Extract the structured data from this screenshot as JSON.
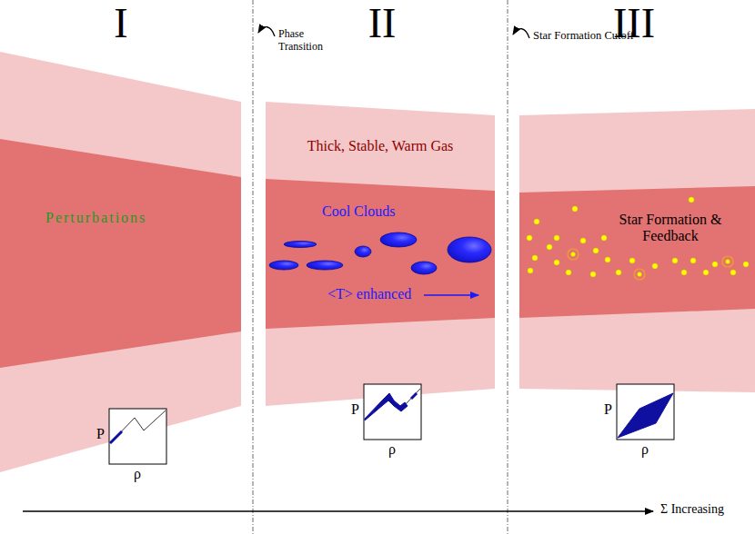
{
  "diagram": {
    "nodes": [
      {
        "text": [
          "Perturbations"
        ]
      },
      {
        "text": [
          "Thick, Stable, Warm Gas"
        ]
      },
      {
        "text": [
          "Cool Clouds",
          "<T> enhanced"
        ],
        "in": 1
      },
      {
        "text": [
          "Star Formation & Feedback"
        ]
      },
      {
        "text": [
          "P",
          "ρ"
        ]
      },
      {
        "text": [
          "P",
          "ρ"
        ]
      },
      {
        "text": [
          "P",
          "ρ"
        ]
      }
    ],
    "labels": [
      "I",
      "II",
      "III",
      "Phase Transition",
      "Star Formation Cutoff",
      "Σ Increasing"
    ]
  }
}
